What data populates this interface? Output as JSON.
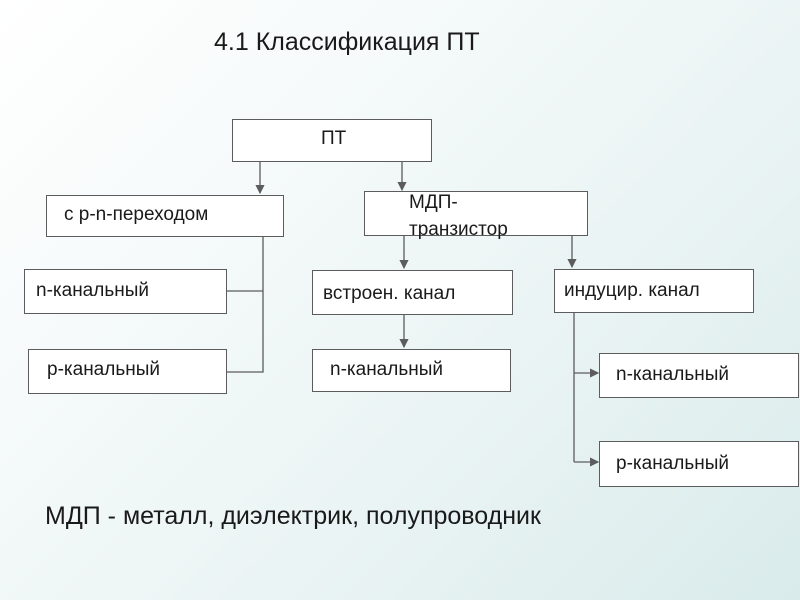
{
  "title": "4.1 Классификация ПТ",
  "footer": "МДП - металл, диэлектрик, полупроводник",
  "nodes": {
    "root": "ПТ",
    "pn": "с p-n-переходом",
    "mdp": "МДП-\nтранзистор",
    "pn_n": "n-канальный",
    "pn_p": "p-канальный",
    "builtin": "встроен. канал",
    "builtin_n": "n-канальный",
    "induced": "индуцир. канал",
    "induced_n": "n-канальный",
    "induced_p": "p-канальный"
  },
  "colors": {
    "line": "#5c5c5c",
    "box_fill": "#ffffff",
    "background": "#e4f0f0"
  }
}
